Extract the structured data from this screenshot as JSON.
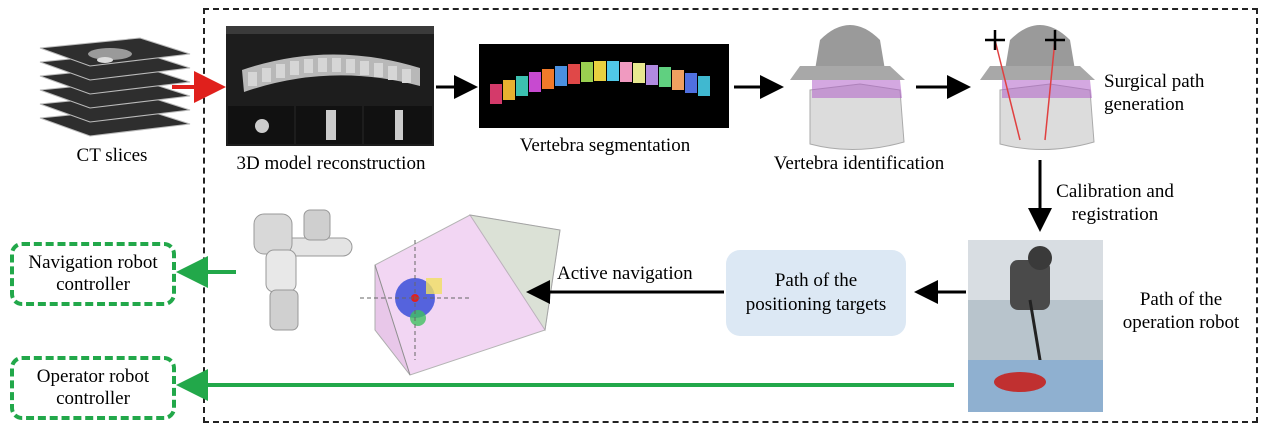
{
  "labels": {
    "ct_slices": "CT slices",
    "reconstruction": "3D model reconstruction",
    "segmentation": "Vertebra segmentation",
    "identification": "Vertebra identification",
    "surgical_path": "Surgical path\ngeneration",
    "calibration": "Calibration and\nregistration",
    "operation_robot_path": "Path of the\noperation robot",
    "positioning_targets": "Path of the\npositioning targets",
    "active_navigation": "Active navigation",
    "navigation_controller": "Navigation robot\ncontroller",
    "operator_controller": "Operator robot\ncontroller"
  },
  "colors": {
    "controller_border": "#22a84a",
    "target_box_fill": "#dce8f4",
    "input_arrow": "#e0201c",
    "output_arrow": "#22a84a",
    "flow_arrow": "#000000"
  }
}
